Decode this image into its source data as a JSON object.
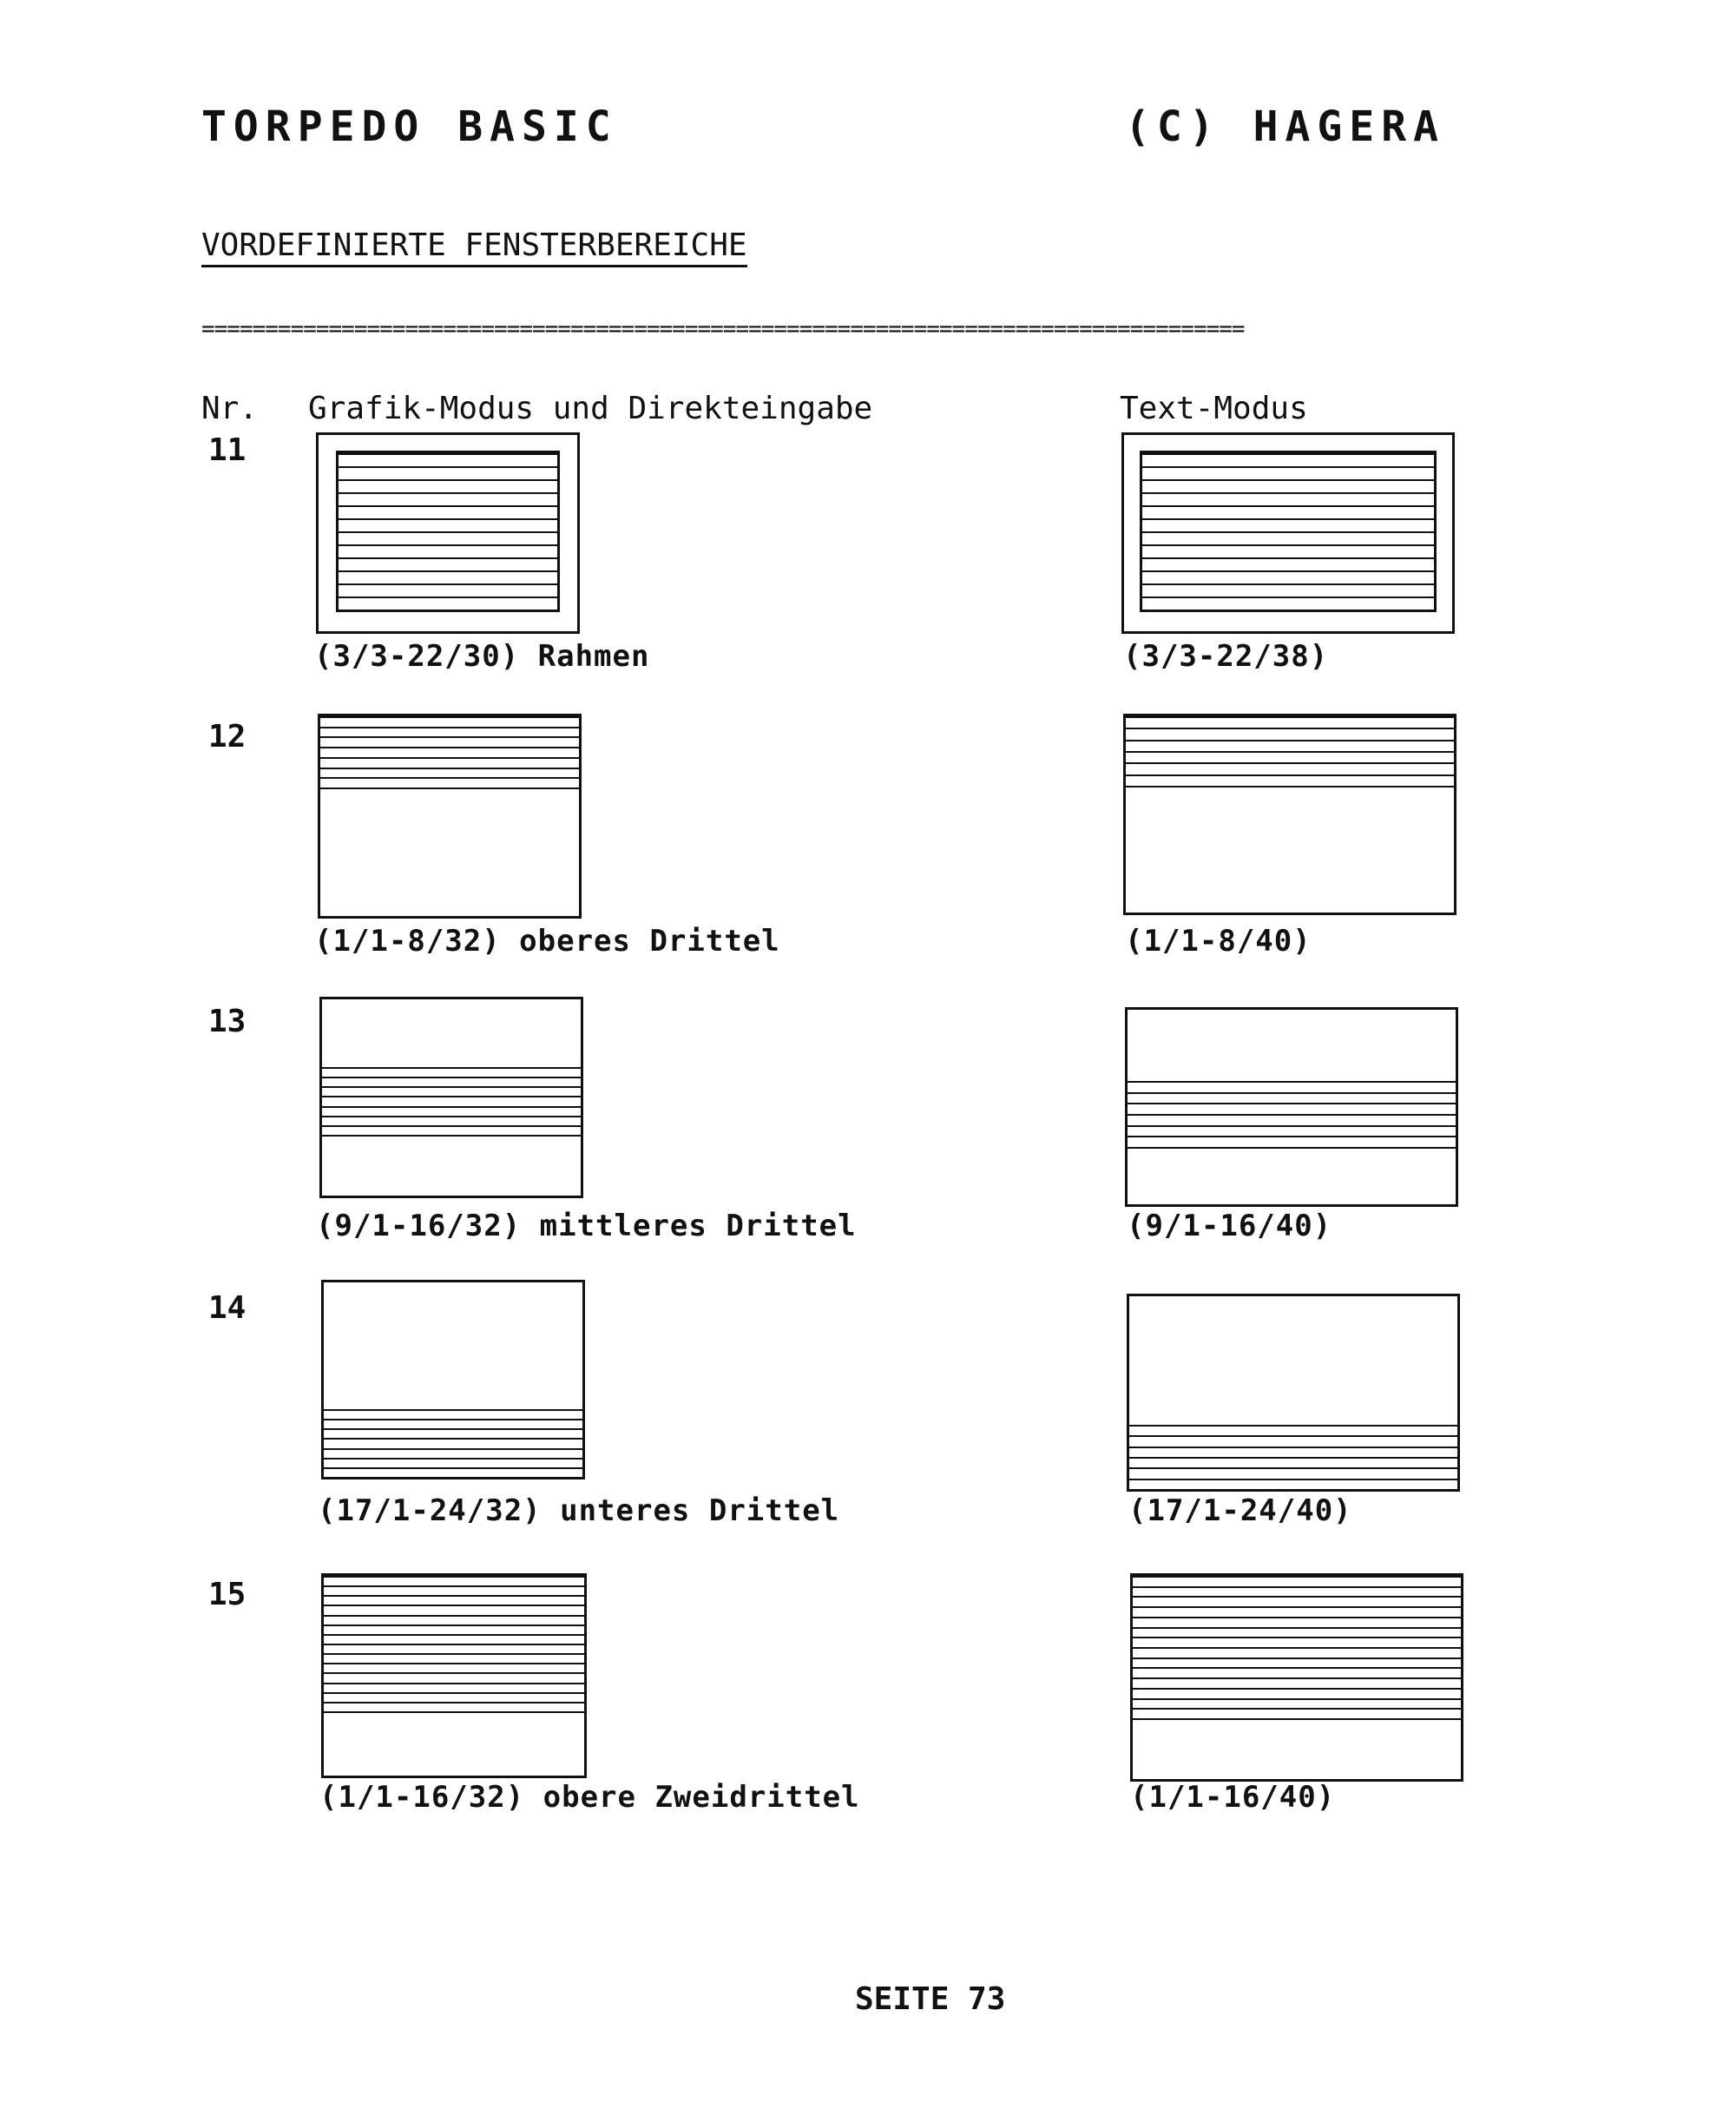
{
  "header": {
    "left": "TORPEDO BASIC",
    "right": "(C) HAGERA"
  },
  "title": "VORDEFINIERTE FENSTERBEREICHE",
  "separator": "==================================================================================",
  "columns": {
    "nr": "Nr.",
    "grafik": "Grafik-Modus und Direkteingabe",
    "text": "Text-Modus"
  },
  "rows": [
    {
      "nr": "11",
      "grafik_caption": "(3/3-22/30) Rahmen",
      "text_caption": "(3/3-22/38)"
    },
    {
      "nr": "12",
      "grafik_caption": "(1/1-8/32) oberes Drittel",
      "text_caption": "(1/1-8/40)"
    },
    {
      "nr": "13",
      "grafik_caption": "(9/1-16/32) mittleres Drittel",
      "text_caption": "(9/1-16/40)"
    },
    {
      "nr": "14",
      "grafik_caption": "(17/1-24/32) unteres Drittel",
      "text_caption": "(17/1-24/40)"
    },
    {
      "nr": "15",
      "grafik_caption": "(1/1-16/32) obere Zweidrittel",
      "text_caption": "(1/1-16/40)"
    }
  ],
  "footer": "SEITE 73"
}
